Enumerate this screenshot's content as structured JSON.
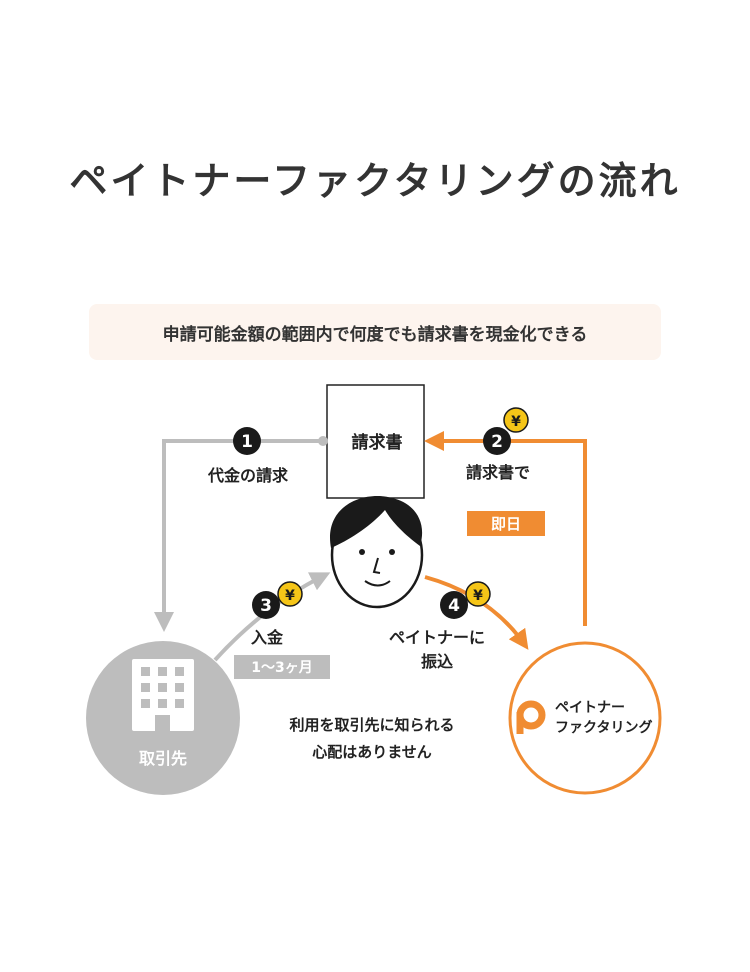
{
  "title": "ペイトナーファクタリングの流れ",
  "subtitle": "申請可能金額の範囲内で何度でも請求書を現金化できる",
  "invoice_label": "請求書",
  "steps": [
    {
      "number": "1",
      "label": "代金の請求"
    },
    {
      "number": "2",
      "label": "請求書で"
    },
    {
      "number": "3",
      "label": "入金"
    },
    {
      "number": "4",
      "label_line1": "ペイトナーに",
      "label_line2": "振込"
    }
  ],
  "yen_symbol": "¥",
  "instant_badge": "即日",
  "payment_term_badge": "1～3ヶ月",
  "client_label": "取引先",
  "brand": {
    "line1": "ペイトナー",
    "line2": "ファクタリング"
  },
  "note": {
    "line1": "利用を取引先に知られる",
    "line2": "心配はありません"
  },
  "colors": {
    "accent": "#f08c32",
    "gray": "#bdbdbd",
    "coin": "#f5c518",
    "dark": "#1a1a1a"
  }
}
